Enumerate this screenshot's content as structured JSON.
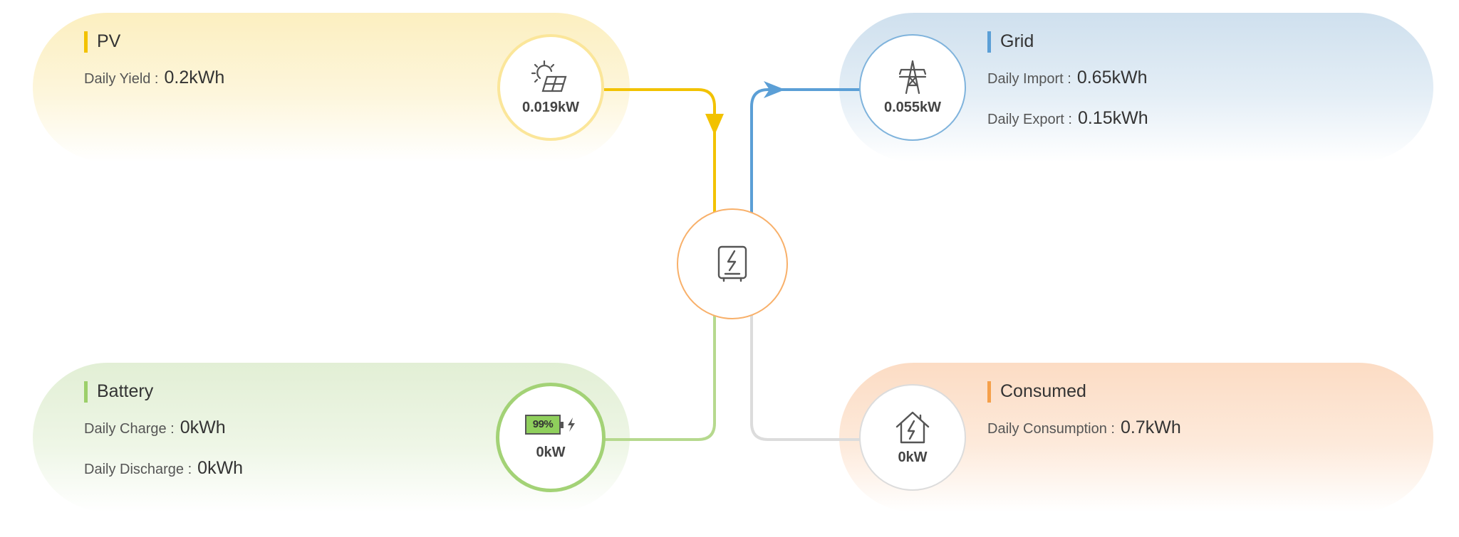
{
  "pv": {
    "title": "PV",
    "daily_yield_label": "Daily Yield :",
    "daily_yield_value": "0.2kWh",
    "power": "0.019kW",
    "icon": "solar-panel-icon",
    "accent": "#f2c200"
  },
  "grid": {
    "title": "Grid",
    "daily_import_label": "Daily Import :",
    "daily_import_value": "0.65kWh",
    "daily_export_label": "Daily Export :",
    "daily_export_value": "0.15kWh",
    "power": "0.055kW",
    "icon": "power-tower-icon",
    "accent": "#5b9fd6"
  },
  "battery": {
    "title": "Battery",
    "daily_charge_label": "Daily Charge :",
    "daily_charge_value": "0kWh",
    "daily_discharge_label": "Daily Discharge :",
    "daily_discharge_value": "0kWh",
    "power": "0kW",
    "soc": "99%",
    "icon": "battery-icon",
    "accent": "#9ccf6a"
  },
  "consumed": {
    "title": "Consumed",
    "daily_consumption_label": "Daily Consumption :",
    "daily_consumption_value": "0.7kWh",
    "power": "0kW",
    "icon": "home-energy-icon",
    "accent": "#f5a04a"
  },
  "inverter": {
    "icon": "inverter-icon",
    "accent": "#f8b06a"
  }
}
